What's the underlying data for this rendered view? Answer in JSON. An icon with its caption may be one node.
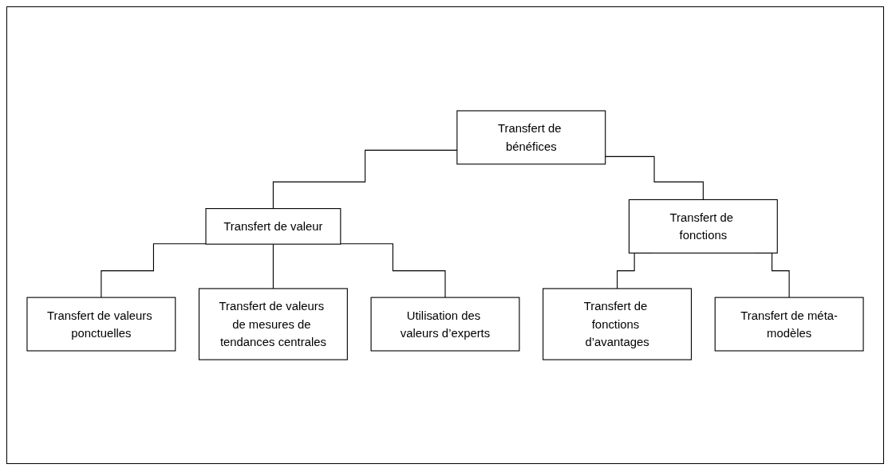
{
  "diagram": {
    "nodes": [
      {
        "text": [
          "Transfert de bénéfices"
        ]
      },
      {
        "text": [
          "Transfert de valeur"
        ]
      },
      {
        "text": [
          "Transfert de fonctions"
        ]
      },
      {
        "text": [
          "Transfert de valeurs ponctuelles"
        ]
      },
      {
        "text": [
          "Utilisation des valeurs d’experts"
        ]
      },
      {
        "text": [
          "Transfert de valeurs de mesures de tendances centrales"
        ]
      },
      {
        "text": [
          "Transfert de fonctions d’avantages"
        ]
      },
      {
        "text": [
          "Transfert de méta-modèles"
        ]
      }
    ],
    "edges": [
      {
        "from": 0,
        "to": 1,
        "arrow": "none"
      },
      {
        "from": 0,
        "to": 2,
        "arrow": "none"
      },
      {
        "from": 1,
        "to": 3,
        "arrow": "none"
      },
      {
        "from": 1,
        "to": 5,
        "arrow": "none"
      },
      {
        "from": 1,
        "to": 4,
        "arrow": "none"
      },
      {
        "from": 2,
        "to": 6,
        "arrow": "none"
      },
      {
        "from": 2,
        "to": 7,
        "arrow": "none"
      }
    ]
  }
}
